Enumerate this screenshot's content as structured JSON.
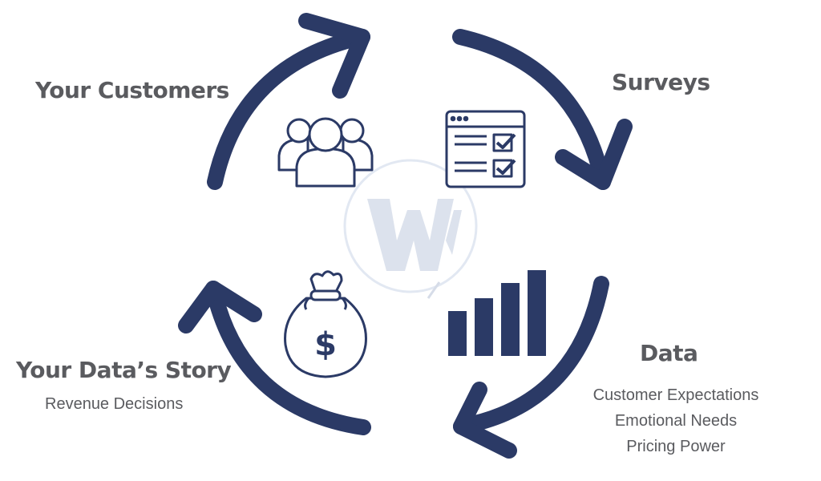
{
  "colors": {
    "primary": "#2b3a66",
    "text": "#5a5b5f",
    "watermark": "#d4dcea"
  },
  "cycle": {
    "direction": "clockwise",
    "stages": [
      {
        "title": "Your Customers",
        "icon": "people-group-icon"
      },
      {
        "title": "Surveys",
        "icon": "survey-checklist-icon"
      },
      {
        "title": "Data",
        "icon": "bar-chart-icon",
        "details": [
          "Customer Expectations",
          "Emotional Needs",
          "Pricing Power"
        ]
      },
      {
        "title": "Your Data’s Story",
        "icon": "money-bag-icon",
        "subtitle": "Revenue Decisions"
      }
    ]
  },
  "watermark": {
    "icon": "w-logo-watermark"
  }
}
